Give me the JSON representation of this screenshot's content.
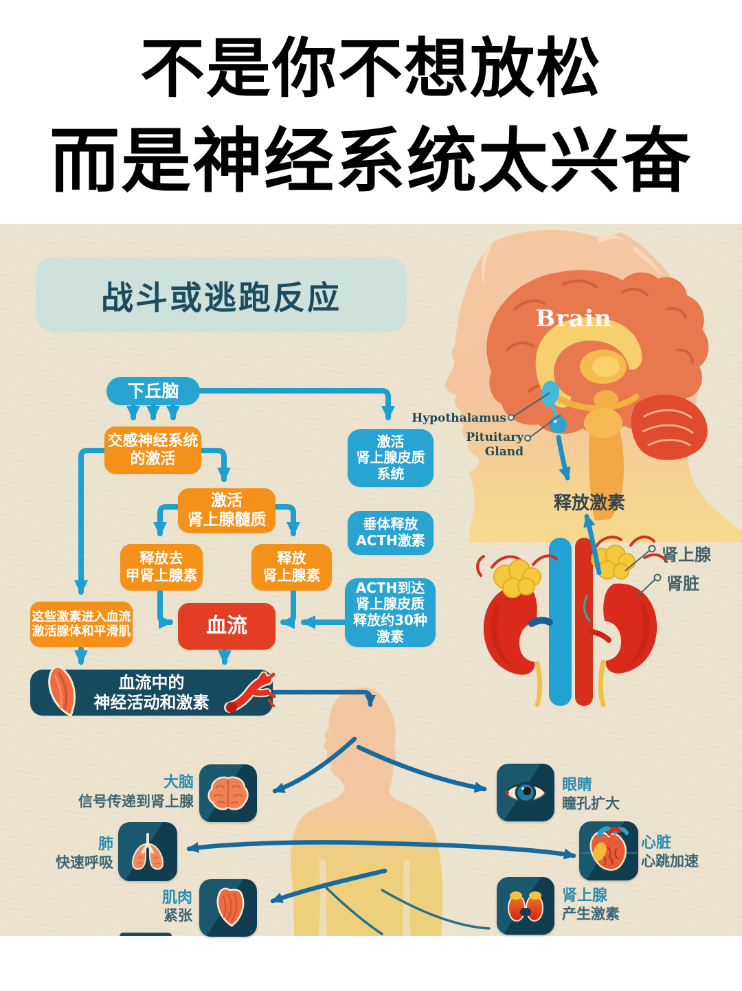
{
  "title": {
    "line1": "不是你不想放松",
    "line2": "而是神经系统太兴奋"
  },
  "header": {
    "banner": "战斗或逃跑反应"
  },
  "flow": {
    "hypothalamus": "下丘脑",
    "sympathetic": "交感神经系统\n的激活",
    "medulla": "激活\n肾上腺髓质",
    "norepinephrine": "释放去\n甲肾上腺素",
    "epinephrine": "释放\n肾上腺素",
    "bloodstream": "血流",
    "hormones_enter": "这些激素进入血流\n激活腺体和平滑肌",
    "blood_activity": "血流中的\n神经活动和激素",
    "cortex": "激活\n肾上腺皮质\n系统",
    "pituitary_acth": "垂体释放\nACTH激素",
    "acth_reach": "ACTH到达\n肾上腺皮质\n释放约30种\n激素"
  },
  "brain_area": {
    "brain_label": "Brain",
    "hypothalamus_label": "Hypothalamus",
    "pituitary_label": "Pituitary\nGland",
    "release_hormones": "释放激素"
  },
  "kidney_area": {
    "adrenal_label": "肾上腺",
    "kidney_label": "肾脏"
  },
  "organs": [
    {
      "name": "大脑",
      "desc": "信号传递到肾上腺"
    },
    {
      "name": "眼睛",
      "desc": "瞳孔扩大"
    },
    {
      "name": "肺",
      "desc": "快速呼吸"
    },
    {
      "name": "心脏",
      "desc": "心跳加速"
    },
    {
      "name": "肌肉",
      "desc": "紧张"
    },
    {
      "name": "肾上腺",
      "desc": "产生激素"
    }
  ],
  "colors": {
    "background_cream": "#ece3cf",
    "banner": "#cfe1db",
    "header_text": "#1c4d5e",
    "box_blue": "#27a4d1",
    "box_orange": "#f39119",
    "box_red": "#e23e26",
    "box_teal_dark": "#164a5e",
    "arrow_flow_blue": "#1e9fd0",
    "arrow_body_blue": "#176a9e",
    "organ_name_teal": "#2e8cae",
    "organ_desc_dark": "#3e6472"
  }
}
